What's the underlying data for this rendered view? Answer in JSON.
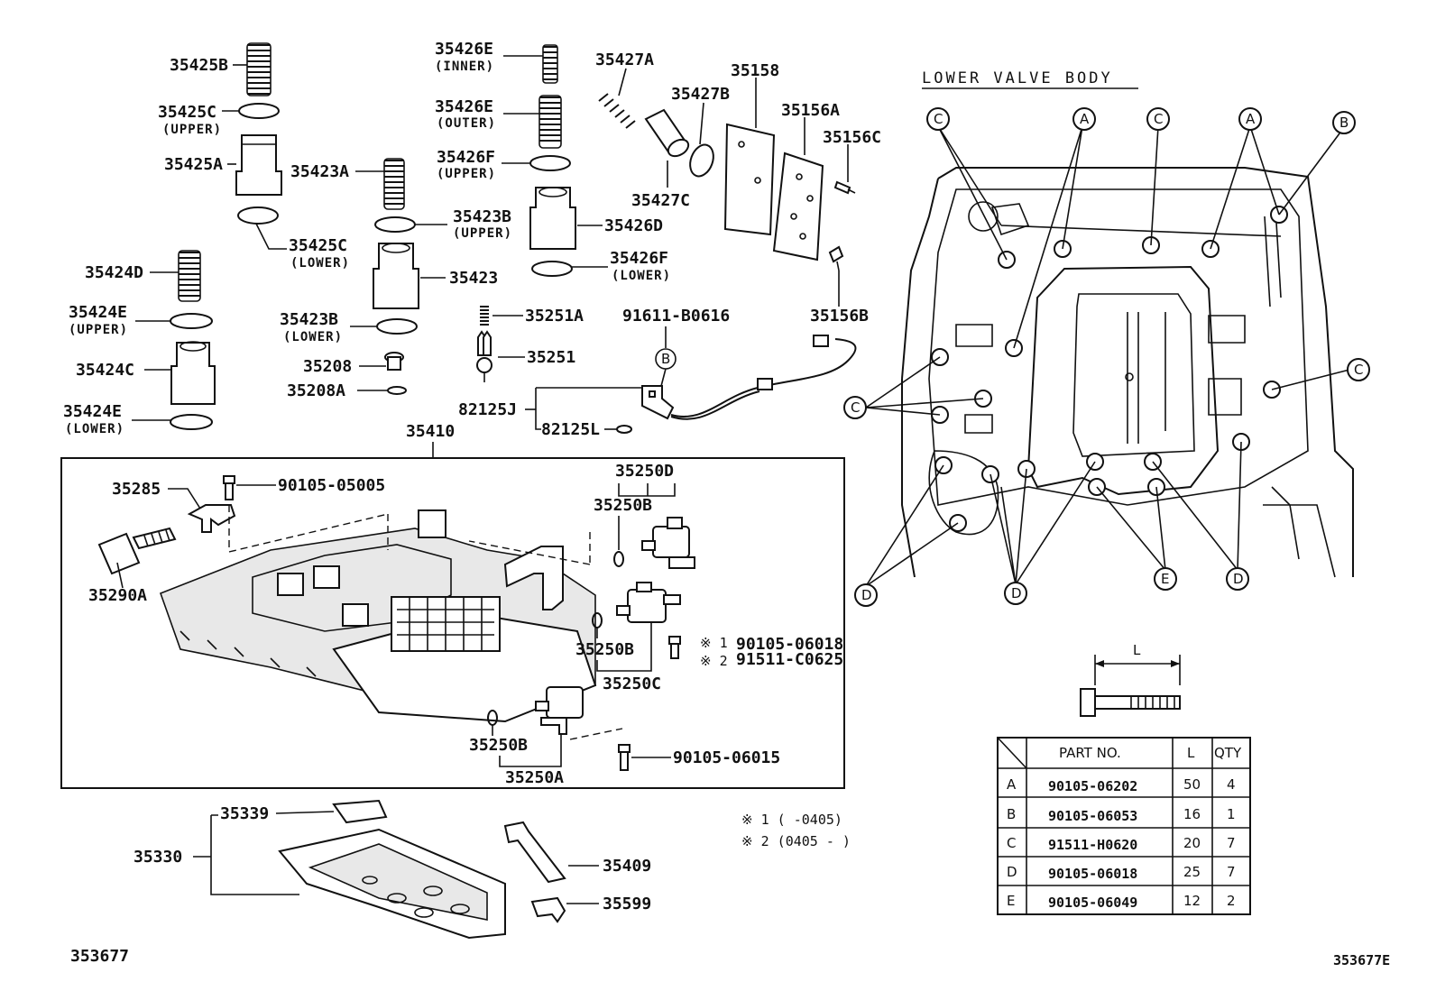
{
  "diagram": {
    "labels": {
      "p35425B": "35425B",
      "p35425C_upper": "35425C",
      "p35425C_upper_sub": "(UPPER)",
      "p35425A": "35425A",
      "p35425C_lower": "35425C",
      "p35425C_lower_sub": "(LOWER)",
      "p35424D": "35424D",
      "p35424E_upper": "35424E",
      "p35424E_upper_sub": "(UPPER)",
      "p35424C": "35424C",
      "p35424E_lower": "35424E",
      "p35424E_lower_sub": "(LOWER)",
      "p35426E_inner": "35426E",
      "p35426E_inner_sub": "(INNER)",
      "p35426E_outer": "35426E",
      "p35426E_outer_sub": "(OUTER)",
      "p35426F_upper": "35426F",
      "p35426F_upper_sub": "(UPPER)",
      "p35423A": "35423A",
      "p35423B_upper": "35423B",
      "p35423B_upper_sub": "(UPPER)",
      "p35426D": "35426D",
      "p35426F_lower": "35426F",
      "p35426F_lower_sub": "(LOWER)",
      "p35423": "35423",
      "p35423B_lower": "35423B",
      "p35423B_lower_sub": "(LOWER)",
      "p35251A": "35251A",
      "p35251": "35251",
      "p35208": "35208",
      "p35208A": "35208A",
      "p35427A": "35427A",
      "p35427B": "35427B",
      "p35427C": "35427C",
      "p35158": "35158",
      "p35156A": "35156A",
      "p35156C": "35156C",
      "p35156B": "35156B",
      "p91611": "91611-B0616",
      "p82125J": "82125J",
      "p82125L": "82125L",
      "p35410": "35410",
      "p35285": "35285",
      "p90105_05005": "90105-05005",
      "p35290A": "35290A",
      "p35250D": "35250D",
      "p35250B_1": "35250B",
      "p35250B_2": "35250B",
      "p35250C": "35250C",
      "p35250B_3": "35250B",
      "p35250A": "35250A",
      "p90105_06018": "90105-06018",
      "p91511_C0625": "91511-C0625",
      "p90105_06015": "90105-06015",
      "mark1": "※ 1",
      "mark2": "※ 2",
      "p35339": "35339",
      "p35330": "35330",
      "p35409": "35409",
      "p35599": "35599",
      "note1": "※ 1 (        -0405)",
      "note2": "※ 2 (0405 -      )",
      "code_left": "353677",
      "code_right": "353677E",
      "lower_title": "LOWER  VALVE  BODY",
      "dim_L": "L"
    },
    "callouts": {
      "B_center": "B",
      "c1": "C",
      "a1": "A",
      "c2": "C",
      "a2": "A",
      "b1": "B",
      "c3": "C",
      "c4": "C",
      "d1": "D",
      "d2": "D",
      "e1": "E",
      "d3": "D"
    },
    "bolt_table": {
      "headers": {
        "part_no": "PART NO.",
        "length": "L",
        "qty": "QTY"
      },
      "rows": [
        {
          "key": "A",
          "part_no": "90105-06202",
          "length": "50",
          "qty": "4"
        },
        {
          "key": "B",
          "part_no": "90105-06053",
          "length": "16",
          "qty": "1"
        },
        {
          "key": "C",
          "part_no": "91511-H0620",
          "length": "20",
          "qty": "7"
        },
        {
          "key": "D",
          "part_no": "90105-06018",
          "length": "25",
          "qty": "7"
        },
        {
          "key": "E",
          "part_no": "90105-06049",
          "length": "12",
          "qty": "2"
        }
      ]
    }
  }
}
